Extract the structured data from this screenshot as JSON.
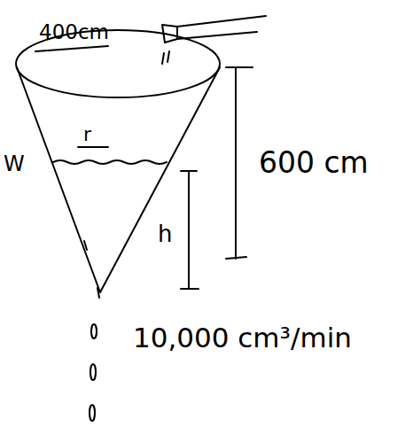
{
  "diagram": {
    "labels": [
      "400cm",
      "r",
      "W",
      "h",
      "600 cm",
      "10,000 cm³/min"
    ]
  }
}
